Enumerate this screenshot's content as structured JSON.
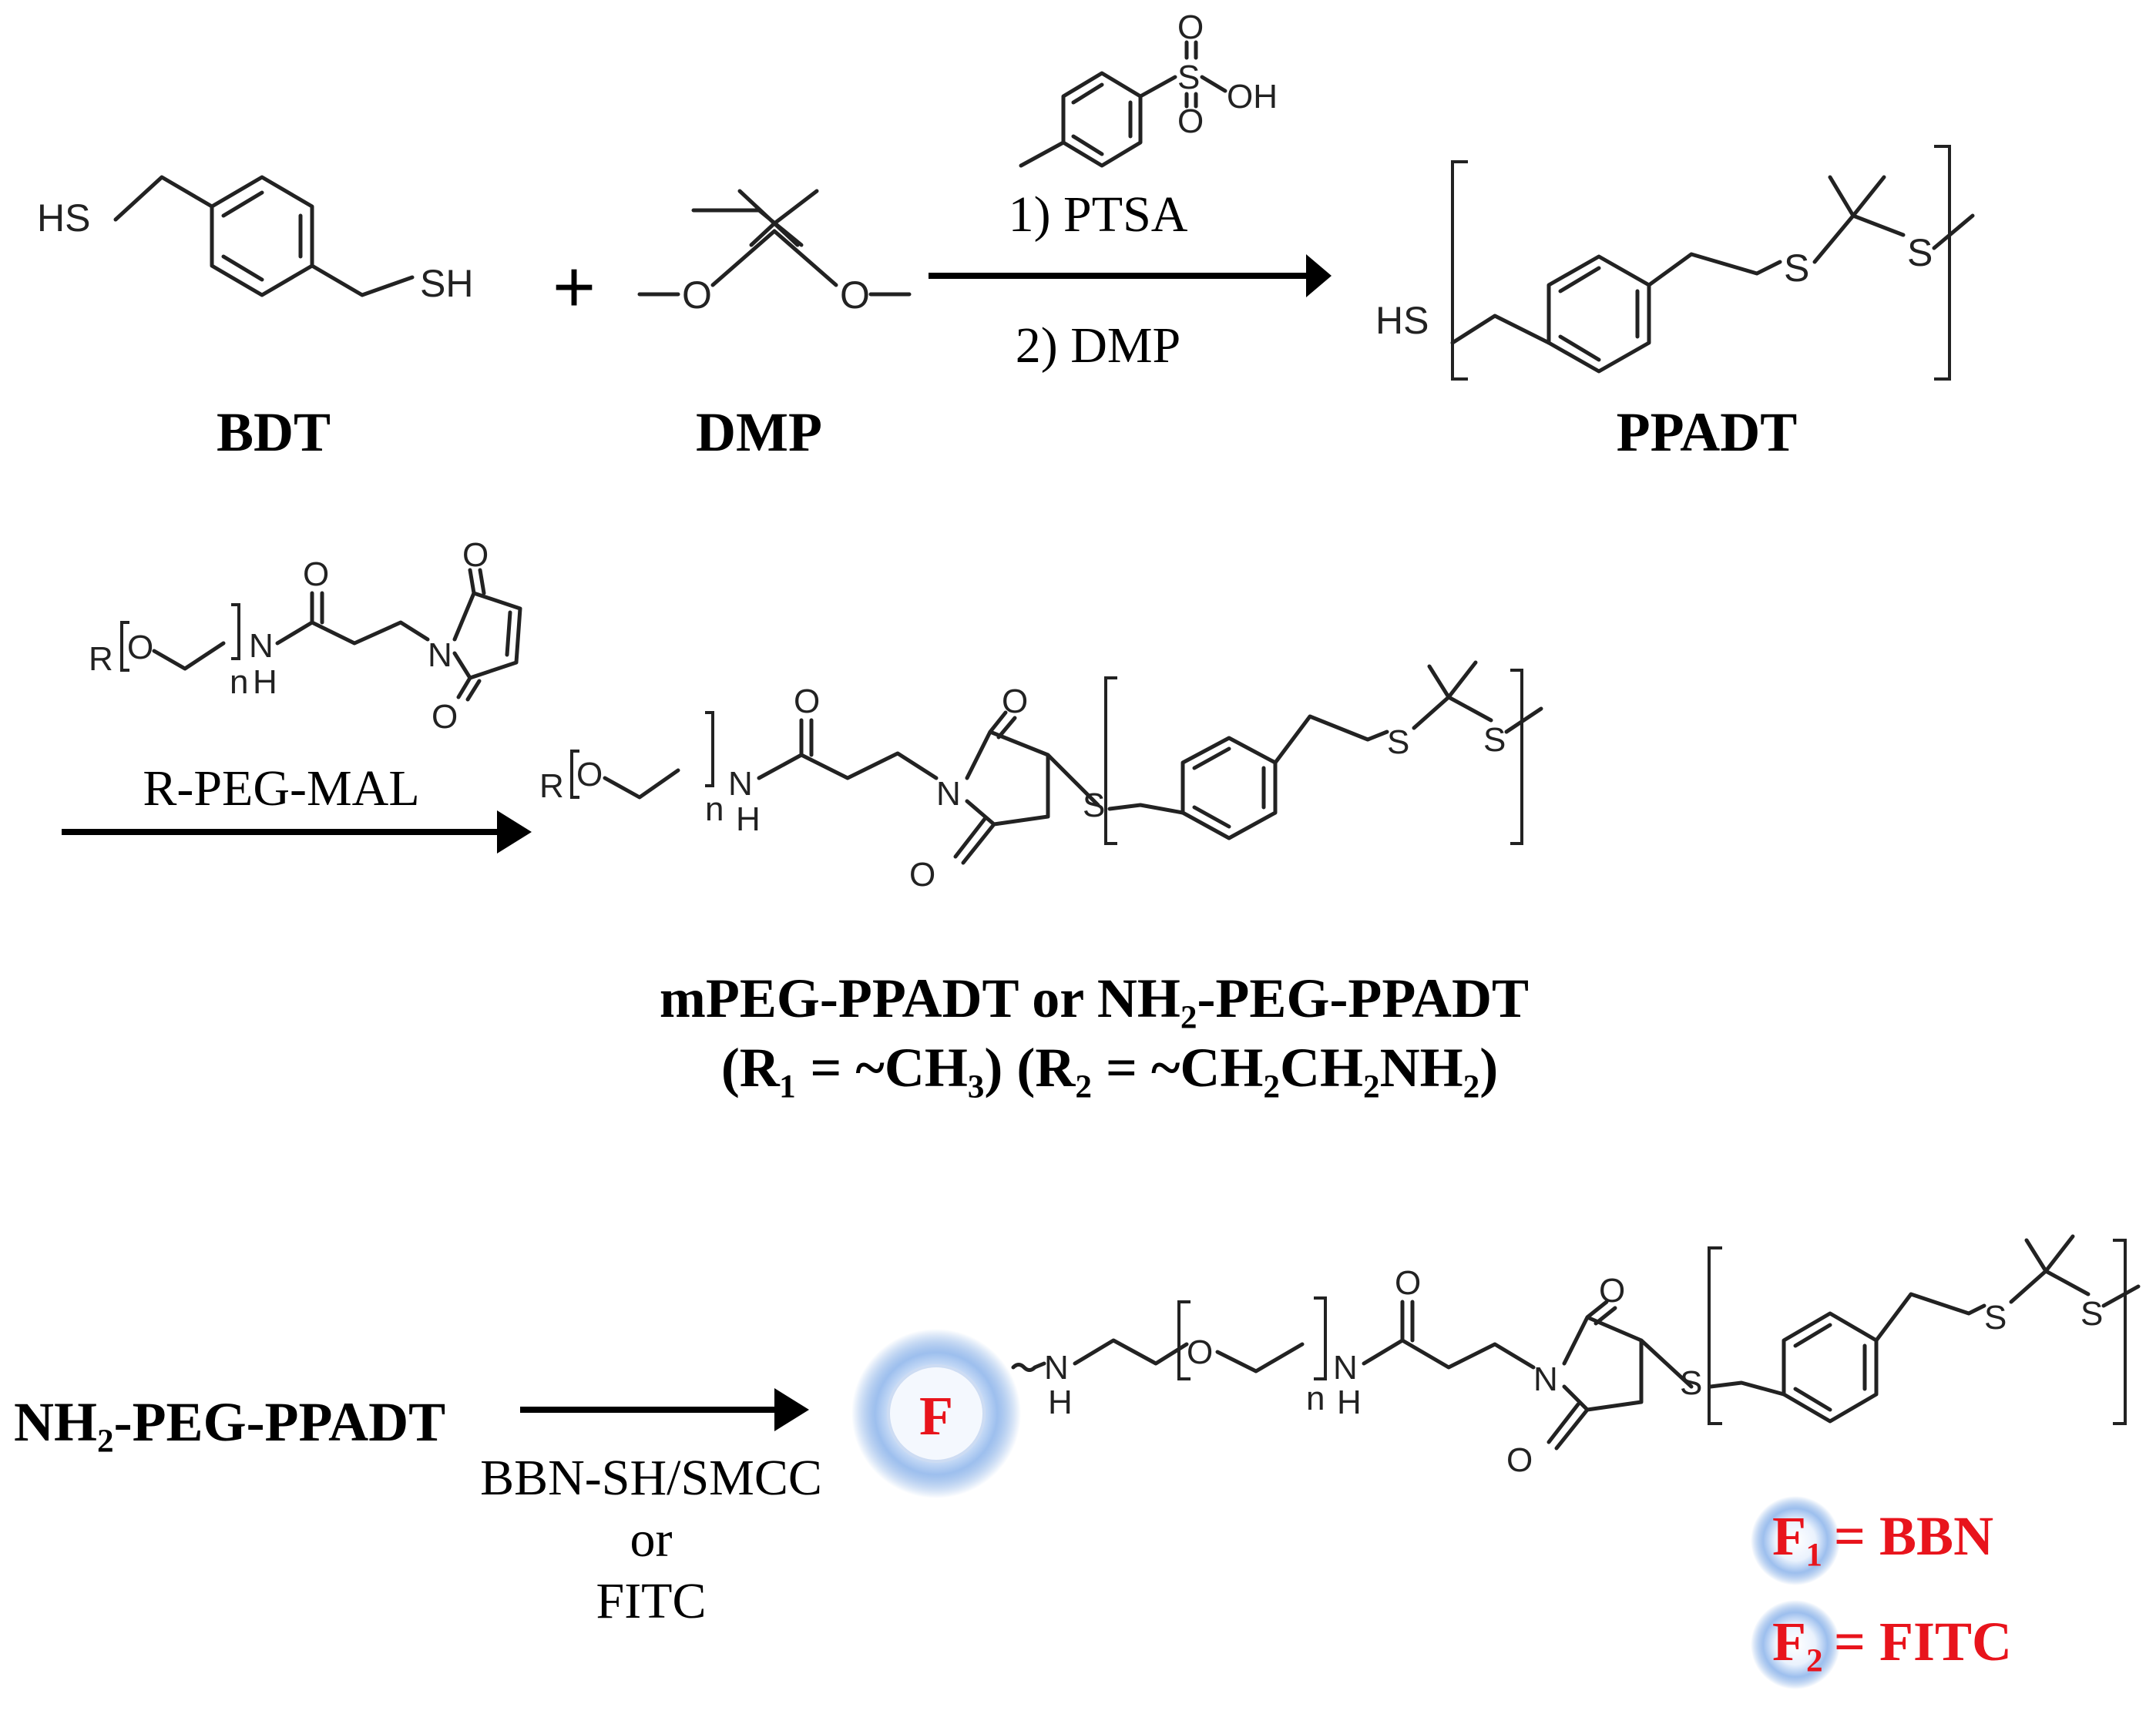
{
  "reaction1": {
    "reactant1_label": "BDT",
    "reactant2_label": "DMP",
    "plus": "+",
    "step1": "1) PTSA",
    "step2": "2) DMP",
    "product_label": "PPADT",
    "catalyst_atoms": {
      "sulfur": "S",
      "oxygen": "O",
      "hydroxyl": "OH"
    }
  },
  "atoms": {
    "thiol": "HS",
    "thiol_right": "SH",
    "sulfur": "S",
    "oxygen": "O",
    "nitrogen": "N",
    "hydrogen": "H",
    "r_group": "R",
    "repeat": "n"
  },
  "reaction2": {
    "reagent_label": "R-PEG-MAL",
    "product_line1": "mPEG-PPADT or NH₂-PEG-PPADT",
    "product_line2": "(R₁ = ~CH₃)     (R₂ = ~CH₂CH₂NH₂)"
  },
  "reaction3": {
    "reactant_label": "NH₂-PEG-PPADT",
    "reagent_line1": "BBN-SH/SMCC",
    "reagent_line2": "or",
    "reagent_line3": "FITC",
    "ligand_symbol": "F",
    "legend": [
      {
        "symbol": "F₁",
        "text": " = BBN"
      },
      {
        "symbol": "F₂",
        "text": " = FITC"
      }
    ]
  },
  "colors": {
    "ligand_red": "#e8141c",
    "glow_blue": "#6f9fe0",
    "ink": "#222222"
  }
}
